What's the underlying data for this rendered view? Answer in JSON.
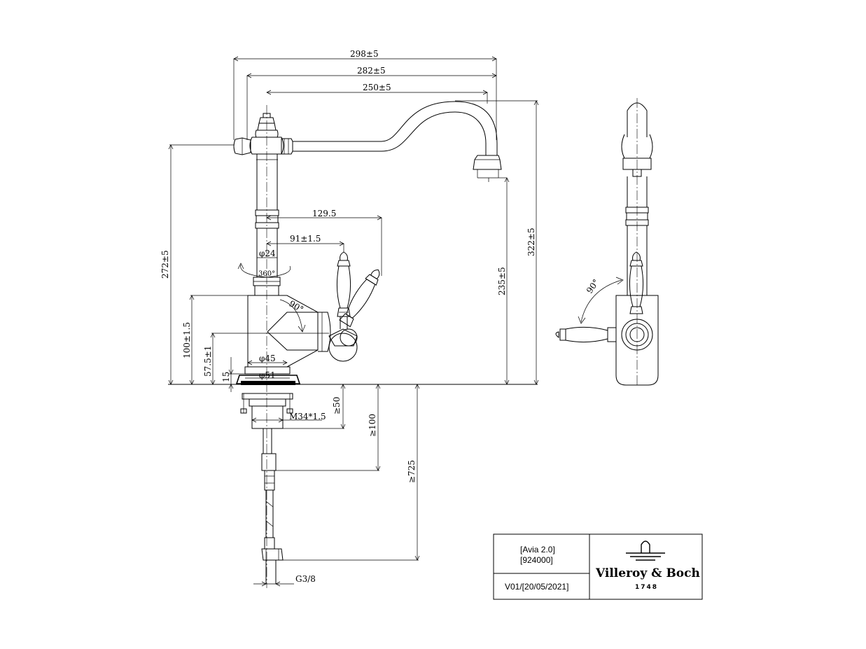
{
  "dimensions": {
    "w298": "298±5",
    "w282": "282±5",
    "w250": "250±5",
    "w129": "129.5",
    "w91": "91±1.5",
    "d24": "φ24",
    "rot360": "360°",
    "h272": "272±5",
    "h100": "100±1.5",
    "h57": "57.5±1",
    "h15": "15",
    "d45": "φ45",
    "d51": "φ51",
    "ang90_front": "90°",
    "h235": "235±5",
    "h322": "322±5",
    "ang90_side": "90°",
    "thread_m34": "M34*1.5",
    "ge50": "≥50",
    "ge100": "≥100",
    "ge725": "≥725",
    "g38": "G3/8"
  },
  "title_block": {
    "product_name": "[Avia 2.0]",
    "product_number": "[924000]",
    "version": "V01/[20/05/2021]",
    "brand_name": "Villeroy & Boch",
    "brand_year": "1748"
  }
}
